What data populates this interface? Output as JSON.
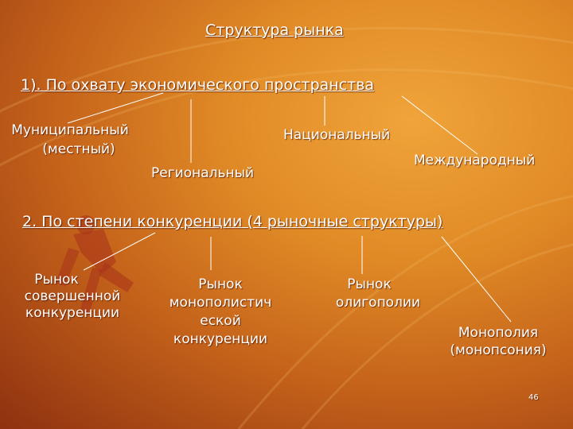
{
  "title": "Структура рынка",
  "section1": {
    "heading": "1). По охвату экономического пространства",
    "nodes": [
      {
        "line1": "Муниципальный",
        "line2": "(местный)"
      },
      {
        "line1": "Региональный"
      },
      {
        "line1": "Национальный"
      },
      {
        "line1": "Международный"
      }
    ]
  },
  "section2": {
    "heading": "2. По степени конкуренции (4 рыночные структуры)",
    "nodes": [
      {
        "line1": "Рынок",
        "line2": "совершенной",
        "line3": "конкуренции"
      },
      {
        "line1": "Рынок",
        "line2": "монополистич",
        "line3": "еской",
        "line4": "конкуренции"
      },
      {
        "line1": "Рынок",
        "line2": "олигополии"
      },
      {
        "line1": "Монополия",
        "line2": "(монопсония)"
      }
    ]
  },
  "page_number": "46"
}
